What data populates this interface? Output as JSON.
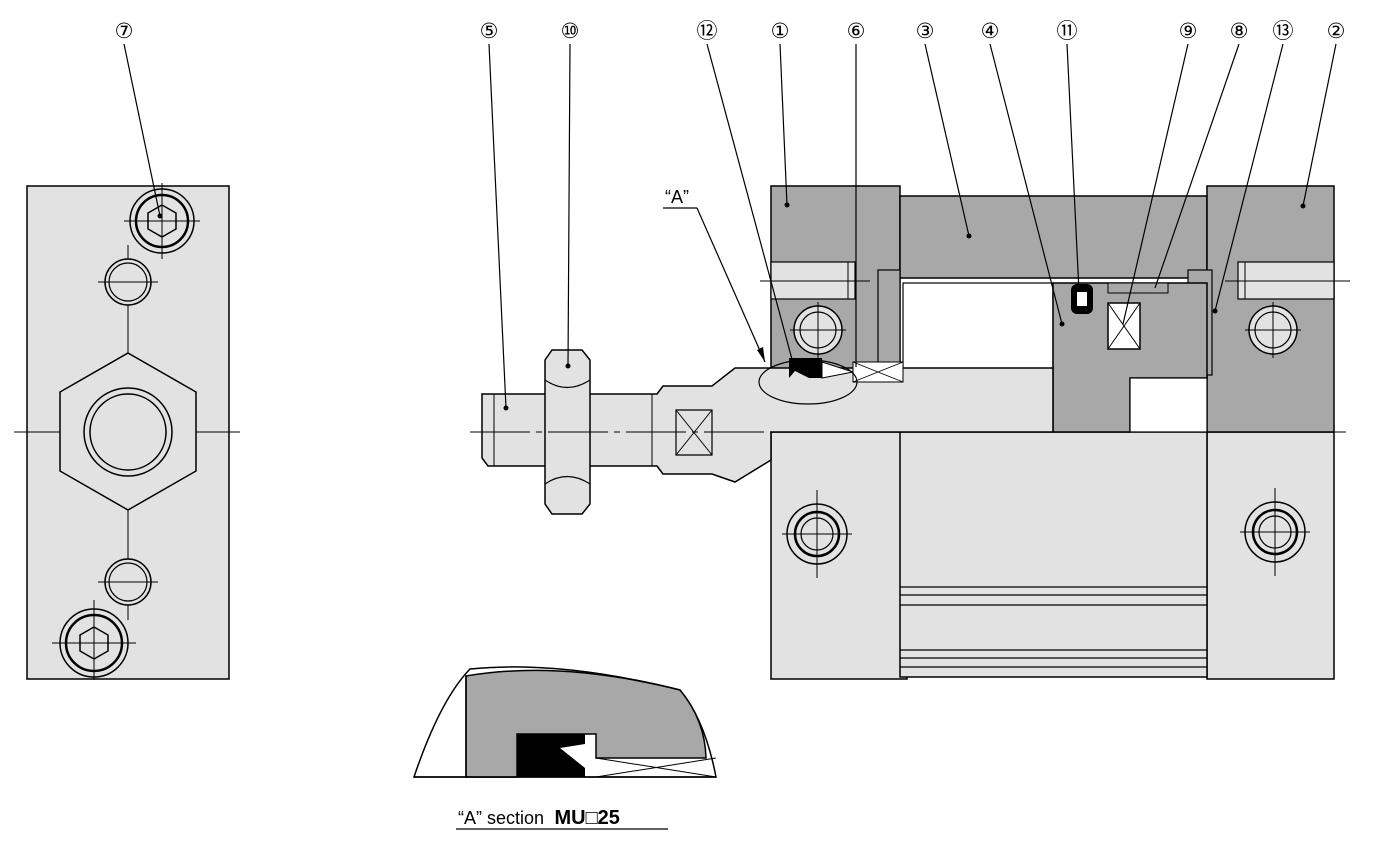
{
  "callouts": [
    {
      "label": "⑦"
    },
    {
      "label": "⑤"
    },
    {
      "label": "⑩"
    },
    {
      "label": "⑫"
    },
    {
      "label": "①"
    },
    {
      "label": "⑥"
    },
    {
      "label": "③"
    },
    {
      "label": "④"
    },
    {
      "label": "⑪"
    },
    {
      "label": "⑨"
    },
    {
      "label": "⑧"
    },
    {
      "label": "⑬"
    },
    {
      "label": "②"
    }
  ],
  "section_marker": "“A”",
  "caption": {
    "prefix": "“A” section",
    "model": "MU□25"
  },
  "colors": {
    "dark_section": "#a8a8a8",
    "light_part": "#e2e2e2",
    "line": "#000000",
    "seal": "#000000"
  }
}
